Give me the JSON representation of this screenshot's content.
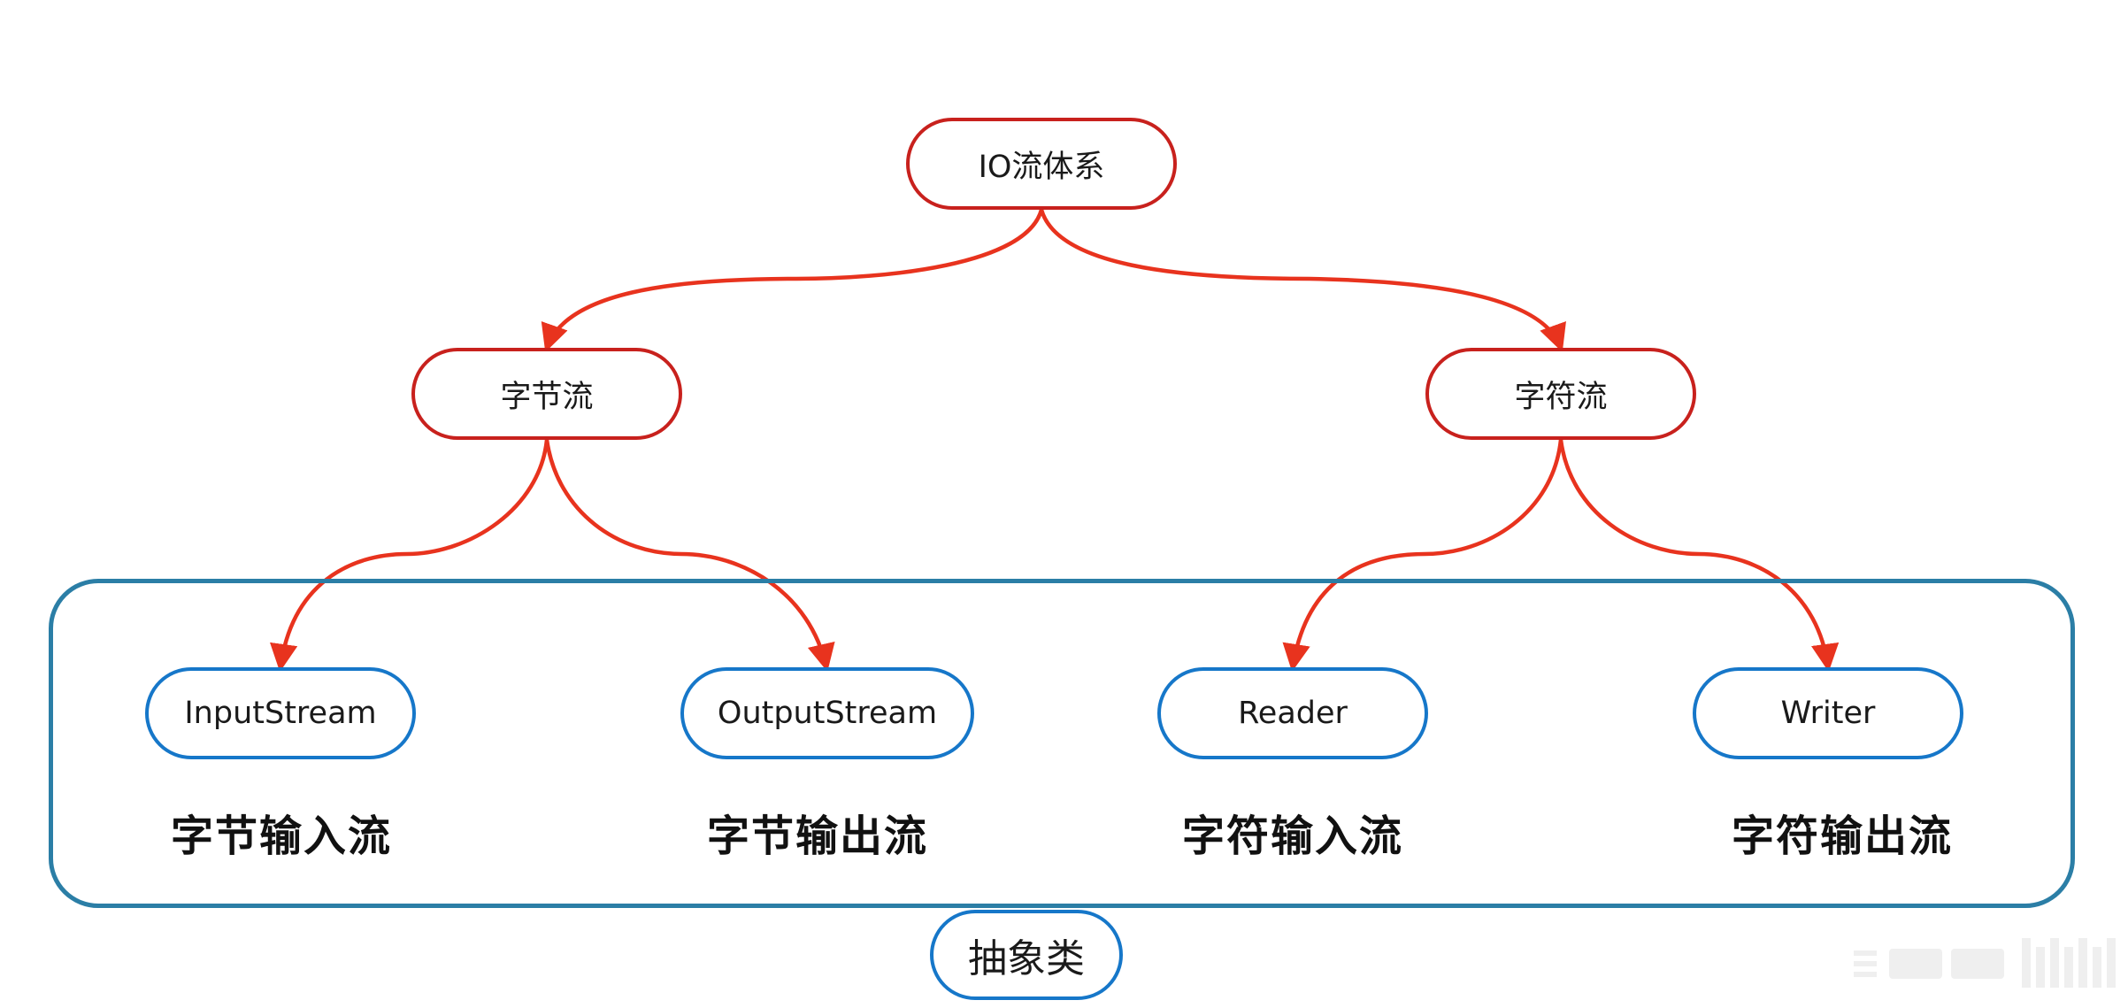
{
  "diagram": {
    "root": {
      "label": "IO流体系"
    },
    "level1": [
      {
        "label": "字节流"
      },
      {
        "label": "字符流"
      }
    ],
    "level2": [
      {
        "label": "InputStream",
        "desc": "字节输入流"
      },
      {
        "label": "OutputStream",
        "desc": "字节输出流"
      },
      {
        "label": "Reader",
        "desc": "字符输入流"
      },
      {
        "label": "Writer",
        "desc": "字符输出流"
      }
    ],
    "group_label": "抽象类",
    "colors": {
      "upper_border": "#c8211d",
      "arrow": "#e8331e",
      "lower_border": "#1677c9",
      "group_border": "#2b7ea6"
    }
  }
}
